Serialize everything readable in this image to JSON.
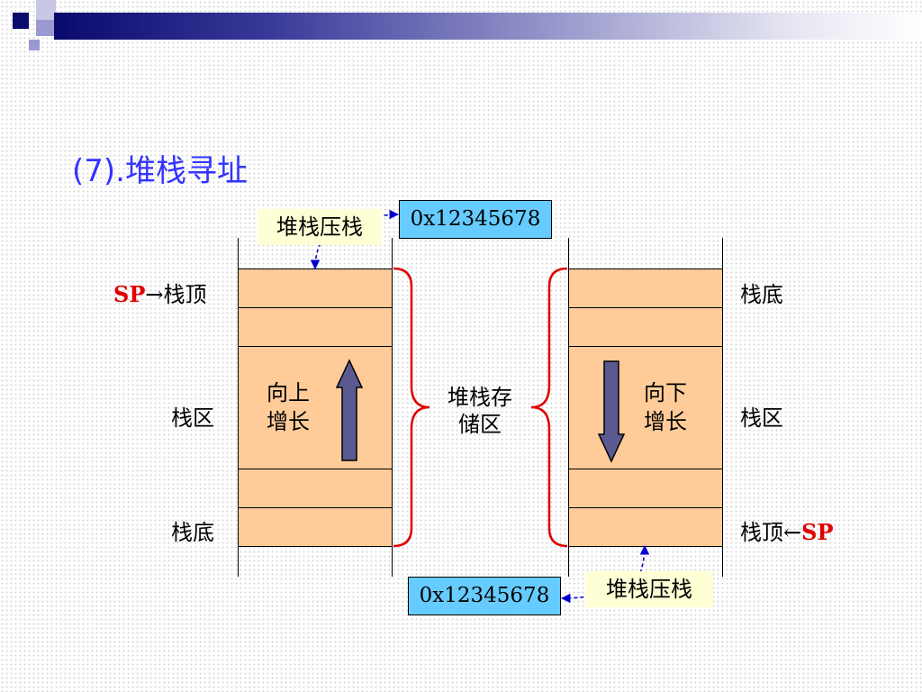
{
  "title": "(7).堆栈寻址",
  "colors": {
    "title": "#3333ff",
    "sp": "#e00000",
    "stack_fill": "#ffcc99",
    "address_box": "#66ccff",
    "note_box": "#ffffd6",
    "brace": "#e00000",
    "dashed_arrow": "#0000cc",
    "growth_arrow": "#5a5a90"
  },
  "left_stack": {
    "top_label_sp": "SP",
    "top_label_text": "栈顶",
    "middle_label": "栈区",
    "bottom_label": "栈底",
    "growth_line1": "向上",
    "growth_line2": "增长",
    "push_note": "堆栈压栈",
    "address": "0x12345678",
    "arrow_icon": "up-arrow-icon"
  },
  "right_stack": {
    "top_label": "栈底",
    "middle_label": "栈区",
    "bottom_label_text": "栈顶",
    "bottom_label_sp": "SP",
    "growth_line1": "向下",
    "growth_line2": "增长",
    "push_note": "堆栈压栈",
    "address": "0x12345678",
    "arrow_icon": "down-arrow-icon"
  },
  "center": {
    "line1": "堆栈存",
    "line2": "储区"
  }
}
